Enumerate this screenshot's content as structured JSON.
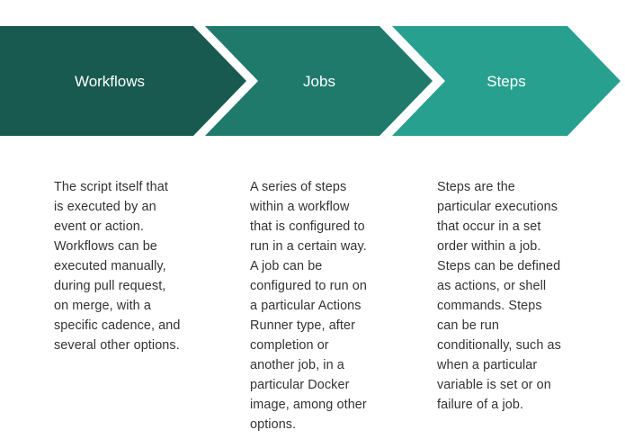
{
  "stages": [
    {
      "label": "Workflows",
      "color": "#185a50",
      "description": [
        "The script itself that",
        "is executed by an",
        "event or action.",
        "Workflows can be",
        "executed manually,",
        "during pull request,",
        "on merge, with a",
        "specific cadence, and",
        "several other options."
      ]
    },
    {
      "label": "Jobs",
      "color": "#1f7a6c",
      "description": [
        "A series of steps",
        "within a workflow",
        "that is configured to",
        "run in a certain way.",
        "A job can be",
        "configured to run on",
        "a particular Actions",
        "Runner type, after",
        "completion or",
        "another job, in a",
        "particular Docker",
        "image, among other",
        "options."
      ]
    },
    {
      "label": "Steps",
      "color": "#28a090",
      "description": [
        "Steps are the",
        "particular executions",
        "that occur in a set",
        "order within a job.",
        "Steps can be defined",
        "as actions, or shell",
        "commands.  Steps",
        "can be run",
        "conditionally, such as",
        "when a particular",
        "variable is set or on",
        "failure of a job."
      ]
    }
  ]
}
